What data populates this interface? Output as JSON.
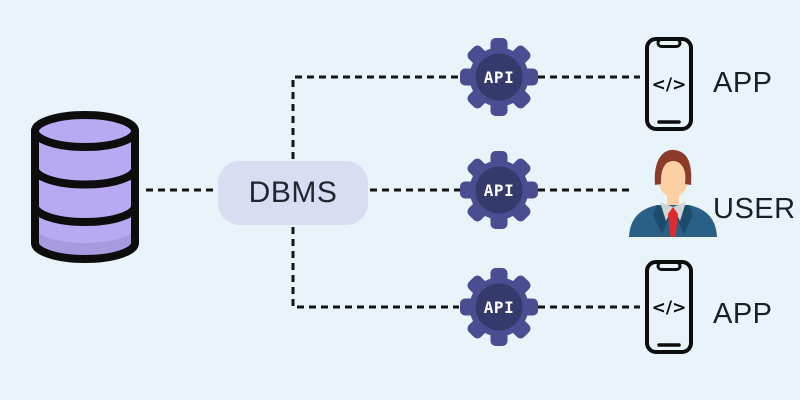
{
  "colors": {
    "bg": "#e8f4fa",
    "line": "#141414",
    "ink": "#0d0d0d",
    "db-fill": "#b9a9f3",
    "db-shade": "#a99ae0",
    "dbms-fill": "#d8ddf1",
    "dbms-text": "#21262f",
    "gear-outer": "#4a4e90",
    "gear-inner": "#353a6c",
    "gear-text": "#ffffff",
    "label": "#1a1f26",
    "hair": "#8c3b2a",
    "skin": "#fdd0a4",
    "collar": "#d2d3d6",
    "tie": "#e02a2c",
    "suit": "#2b6086",
    "lapel": "#1d4b6b"
  },
  "icons": {
    "database": "database-cylinder-icon",
    "gear": "api-gear-icon",
    "phone": "smartphone-icon",
    "user": "user-avatar-icon"
  },
  "dbms": {
    "label": "DBMS"
  },
  "gears": [
    {
      "label": "API"
    },
    {
      "label": "API"
    },
    {
      "label": "API"
    }
  ],
  "endpoints": {
    "app_top": {
      "label": "APP",
      "device_glyph": "</>"
    },
    "user": {
      "label": "USER"
    },
    "app_bottom": {
      "label": "APP",
      "device_glyph": "</>"
    }
  }
}
